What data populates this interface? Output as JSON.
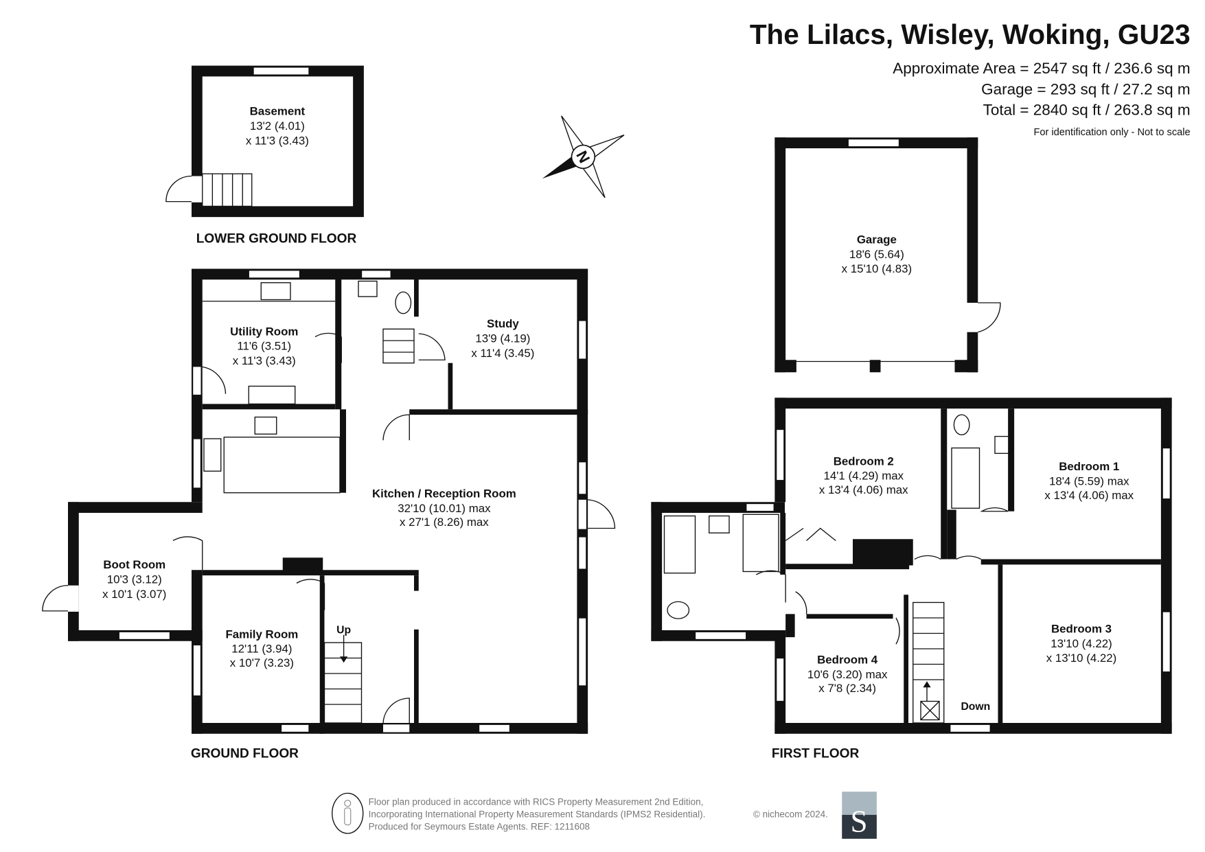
{
  "header": {
    "title": "The Lilacs, Wisley, Woking, GU23",
    "approx_area": "Approximate Area = 2547 sq ft / 236.6 sq m",
    "garage_area": "Garage = 293 sq ft / 27.2 sq m",
    "total_area": "Total = 2840 sq ft / 263.8 sq m",
    "note": "For identification only - Not to scale"
  },
  "compass": {
    "label": "N"
  },
  "floors": {
    "lower_ground": {
      "label": "LOWER GROUND FLOOR",
      "rooms": [
        {
          "name": "Basement",
          "dim1": "13'2 (4.01)",
          "dim2": "x 11'3 (3.43)"
        }
      ]
    },
    "ground": {
      "label": "GROUND FLOOR",
      "stairs_label": "Up",
      "rooms": [
        {
          "name": "Utility Room",
          "dim1": "11'6 (3.51)",
          "dim2": "x 11'3 (3.43)"
        },
        {
          "name": "Study",
          "dim1": "13'9 (4.19)",
          "dim2": "x 11'4 (3.45)"
        },
        {
          "name": "Kitchen / Reception Room",
          "dim1": "32'10 (10.01) max",
          "dim2": "x 27'1 (8.26) max"
        },
        {
          "name": "Boot Room",
          "dim1": "10'3 (3.12)",
          "dim2": "x 10'1 (3.07)"
        },
        {
          "name": "Family Room",
          "dim1": "12'11 (3.94)",
          "dim2": "x 10'7 (3.23)"
        }
      ]
    },
    "garage": {
      "rooms": [
        {
          "name": "Garage",
          "dim1": "18'6 (5.64)",
          "dim2": "x 15'10 (4.83)"
        }
      ]
    },
    "first": {
      "label": "FIRST FLOOR",
      "stairs_label": "Down",
      "rooms": [
        {
          "name": "Bedroom 2",
          "dim1": "14'1 (4.29) max",
          "dim2": "x 13'4 (4.06) max"
        },
        {
          "name": "Bedroom 1",
          "dim1": "18'4 (5.59) max",
          "dim2": "x 13'4 (4.06) max"
        },
        {
          "name": "Bedroom 3",
          "dim1": "13'10 (4.22)",
          "dim2": "x 13'10 (4.22)"
        },
        {
          "name": "Bedroom 4",
          "dim1": "10'6 (3.20) max",
          "dim2": "x 7'8 (2.34)"
        }
      ]
    }
  },
  "footer": {
    "line1": "Floor plan produced in accordance with RICS Property Measurement 2nd Edition,",
    "line2": "Incorporating International Property Measurement Standards (IPMS2 Residential).",
    "copyright": "© nichecom 2024.",
    "line3": "Produced for Seymours Estate Agents.   REF: 1211608",
    "logo_letter": "S"
  },
  "colors": {
    "wall": "#111111",
    "logo_top": "#a9b7c0",
    "logo_bottom": "#2e3640",
    "footer_text": "#777777"
  }
}
